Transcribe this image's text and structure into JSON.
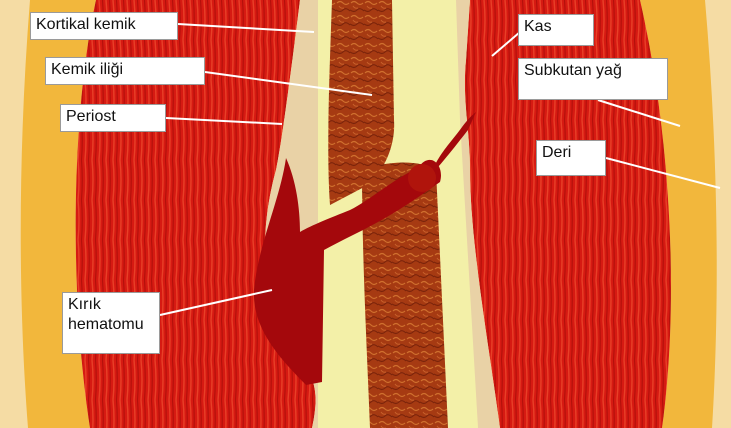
{
  "diagram": {
    "labels": {
      "kortikal_kemik": "Kortikal kemik",
      "kemik_iligi": "Kemik iliği",
      "periost": "Periost",
      "kirik_hematomu_line1": "Kırık",
      "kirik_hematomu_line2": "hematomu",
      "kas": "Kas",
      "subkutan_yag": "Subkutan yağ",
      "deri": "Deri"
    },
    "colors": {
      "skin_outer": "#f3d9a0",
      "subcutaneous_fat": "#f2b73c",
      "muscle": "#d61a12",
      "muscle_dark": "#a30c08",
      "periosteum": "#e9d2a6",
      "cortical_bone": "#f3f0a8",
      "marrow": "#a63a12",
      "hematoma": "#a4080c",
      "leader_line": "#ffffff"
    }
  }
}
